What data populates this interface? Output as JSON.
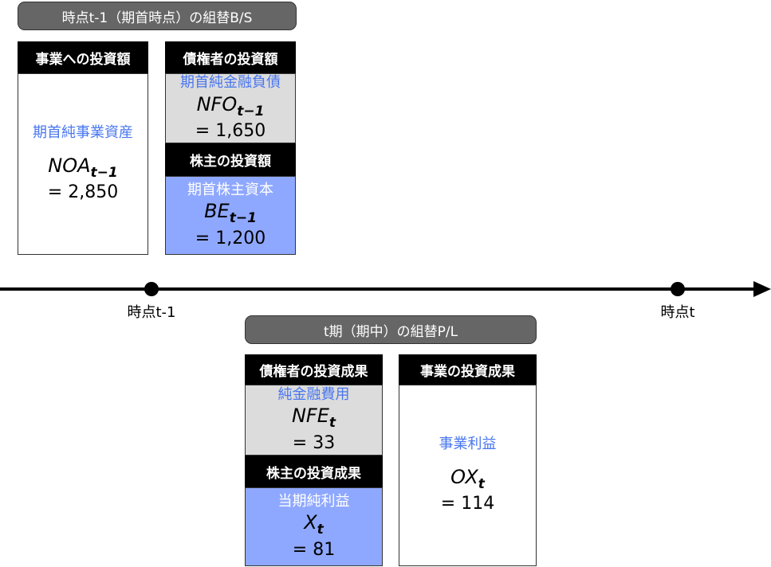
{
  "bs": {
    "title": "時点t-1（期首時点）の組替B/S",
    "noa": {
      "header": "事業への投資額",
      "label": "期首純事業資産",
      "symbol": "NOA",
      "sub": "t−1",
      "value": "= 2,850"
    },
    "nfo": {
      "header": "債権者の投資額",
      "label": "期首純金融負債",
      "symbol": "NFO",
      "sub": "t−1",
      "value": "= 1,650"
    },
    "be": {
      "header": "株主の投資額",
      "label": "期首株主資本",
      "symbol": "BE",
      "sub": "t−1",
      "value": "= 1,200"
    }
  },
  "timeline": {
    "start_label": "時点t-1",
    "end_label": "時点t"
  },
  "pl": {
    "title": "t期（期中）の組替P/L",
    "nfe": {
      "header": "債権者の投資成果",
      "label": "純金融費用",
      "symbol": "NFE",
      "sub": "t",
      "value": "= 33"
    },
    "x": {
      "header": "株主の投資成果",
      "label": "当期純利益",
      "symbol": "X",
      "sub": "t",
      "value": "= 81"
    },
    "ox": {
      "header": "事業の投資成果",
      "label": "事業利益",
      "symbol": "OX",
      "sub": "t",
      "value": "= 114"
    }
  }
}
